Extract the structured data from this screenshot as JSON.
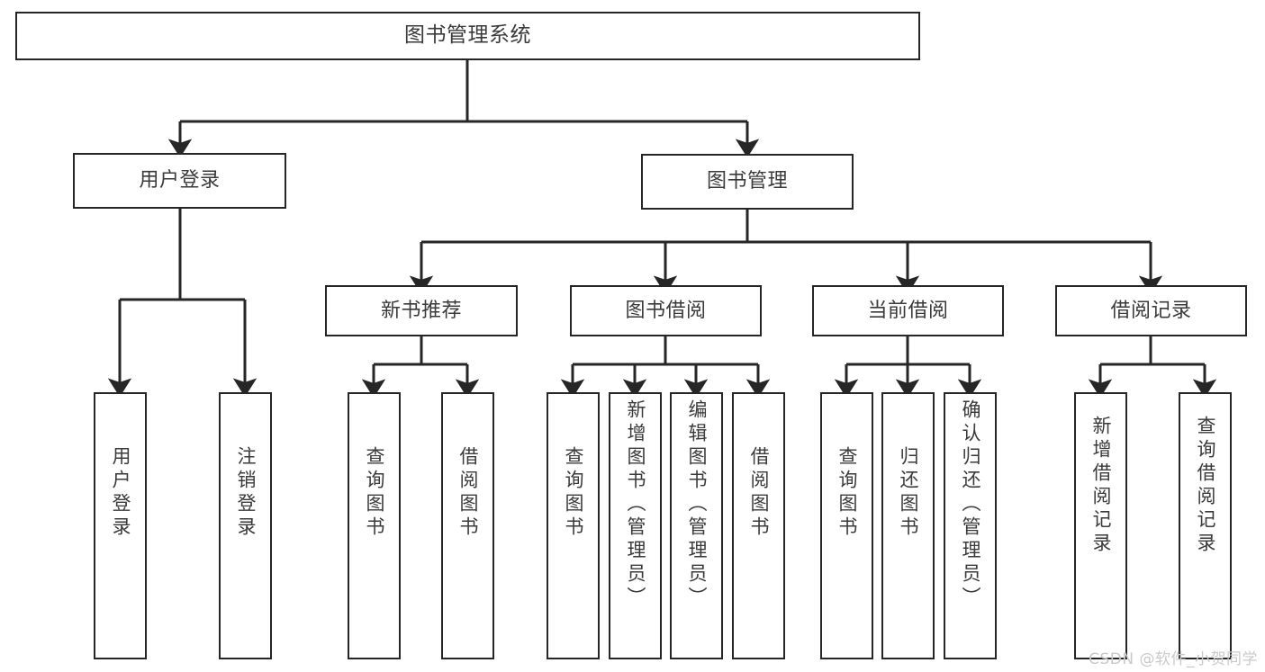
{
  "diagram": {
    "title": "图书管理系统",
    "type": "tree-hierarchy-diagram",
    "colors": {
      "box_stroke": "#262626",
      "box_fill": "#ffffff",
      "connector": "#262626",
      "text": "#3a3a3a",
      "watermark": "#c9c9c9",
      "background": "#ffffff"
    },
    "watermark": "CSDN @软件_小贺同学",
    "nodes": {
      "root": {
        "label": "图书管理系统",
        "orientation": "horizontal"
      },
      "level2": [
        {
          "label": "用户登录",
          "orientation": "horizontal"
        },
        {
          "label": "图书管理",
          "orientation": "horizontal"
        }
      ],
      "level3": [
        {
          "label": "新书推荐",
          "orientation": "horizontal"
        },
        {
          "label": "图书借阅",
          "orientation": "horizontal"
        },
        {
          "label": "当前借阅",
          "orientation": "horizontal"
        },
        {
          "label": "借阅记录",
          "orientation": "horizontal"
        }
      ],
      "leaves_user_login": [
        {
          "label": "用户登录",
          "orientation": "vertical"
        },
        {
          "label": "注销登录",
          "orientation": "vertical"
        }
      ],
      "leaves_new_book": [
        {
          "label": "查询图书",
          "orientation": "vertical"
        },
        {
          "label": "借阅图书",
          "orientation": "vertical"
        }
      ],
      "leaves_borrow": [
        {
          "label": "查询图书",
          "orientation": "vertical"
        },
        {
          "label": "新增图书（管理员）",
          "orientation": "vertical"
        },
        {
          "label": "编辑图书（管理员）",
          "orientation": "vertical"
        },
        {
          "label": "借阅图书",
          "orientation": "vertical"
        }
      ],
      "leaves_current": [
        {
          "label": "查询图书",
          "orientation": "vertical"
        },
        {
          "label": "归还图书",
          "orientation": "vertical"
        },
        {
          "label": "确认归还（管理员）",
          "orientation": "vertical"
        }
      ],
      "leaves_records": [
        {
          "label": "新增借阅记录",
          "orientation": "vertical"
        },
        {
          "label": "查询借阅记录",
          "orientation": "vertical"
        }
      ]
    }
  }
}
